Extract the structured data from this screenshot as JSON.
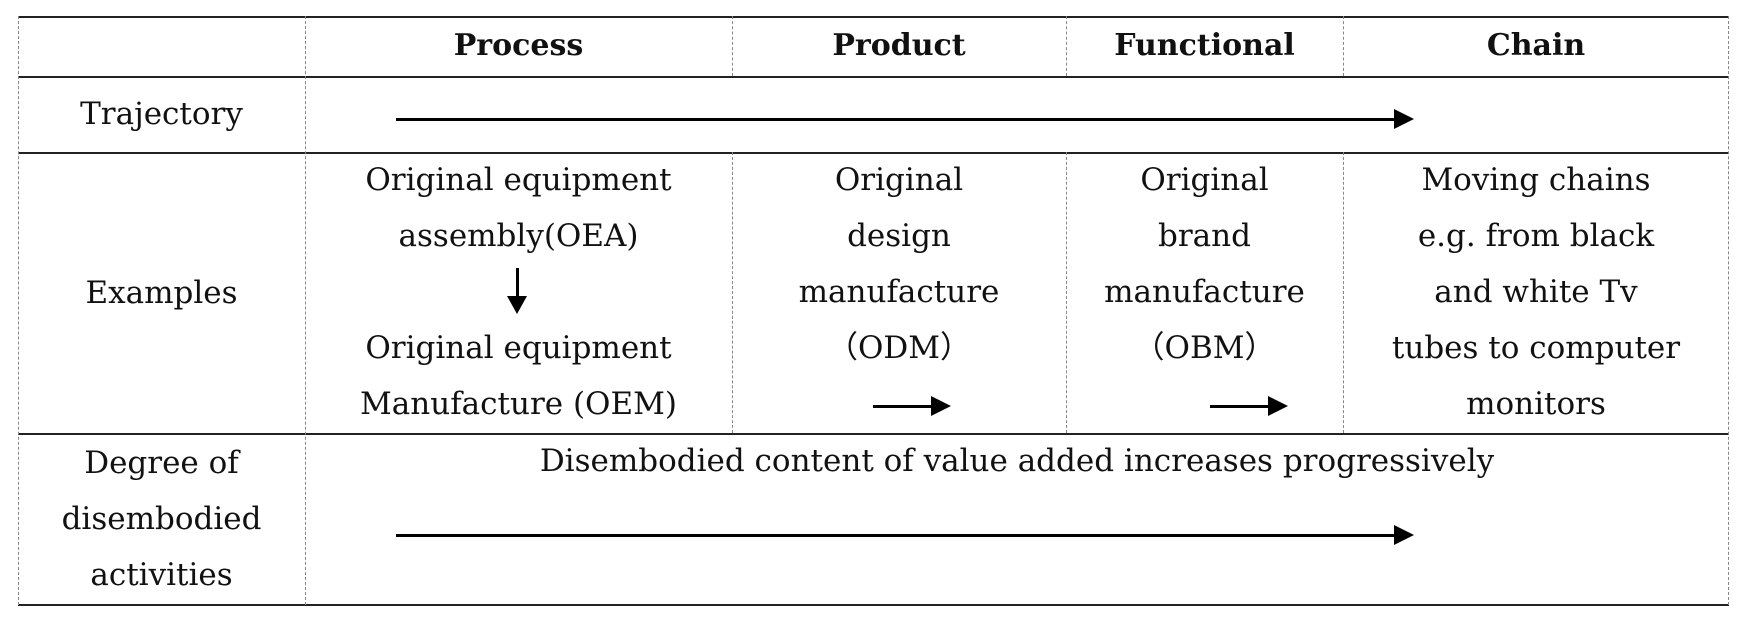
{
  "table": {
    "columns": [
      {
        "key": "label",
        "label": ""
      },
      {
        "key": "process",
        "label": "Process"
      },
      {
        "key": "product",
        "label": "Product"
      },
      {
        "key": "functional",
        "label": "Functional"
      },
      {
        "key": "chain",
        "label": "Chain"
      }
    ],
    "rows": {
      "trajectory": {
        "label": "Trajectory",
        "content": "arrow spanning Process to Chain"
      },
      "examples": {
        "label": "Examples",
        "process": {
          "lines_top": [
            "Original equipment",
            "assembly(OEA)"
          ],
          "arrow": "down",
          "lines_bottom": [
            "Original equipment",
            "Manufacture (OEM)"
          ]
        },
        "product": {
          "lines": [
            "Original",
            "design",
            "manufacture",
            "（ODM）"
          ],
          "arrow": "right"
        },
        "functional": {
          "lines": [
            "Original",
            "brand",
            "manufacture",
            "（OBM）"
          ],
          "arrow": "right"
        },
        "chain": {
          "lines": [
            "Moving chains",
            "e.g. from black",
            "and white Tv",
            "tubes to computer",
            "monitors"
          ]
        }
      },
      "degree": {
        "label_lines": [
          "Degree of",
          "disembodied",
          "activities"
        ],
        "text": "Disembodied content of value added increases progressively",
        "content": "arrow spanning Process to Chain"
      }
    }
  },
  "colors": {
    "rule": "#222222",
    "divider": "#888888",
    "arrow": "#000000"
  }
}
